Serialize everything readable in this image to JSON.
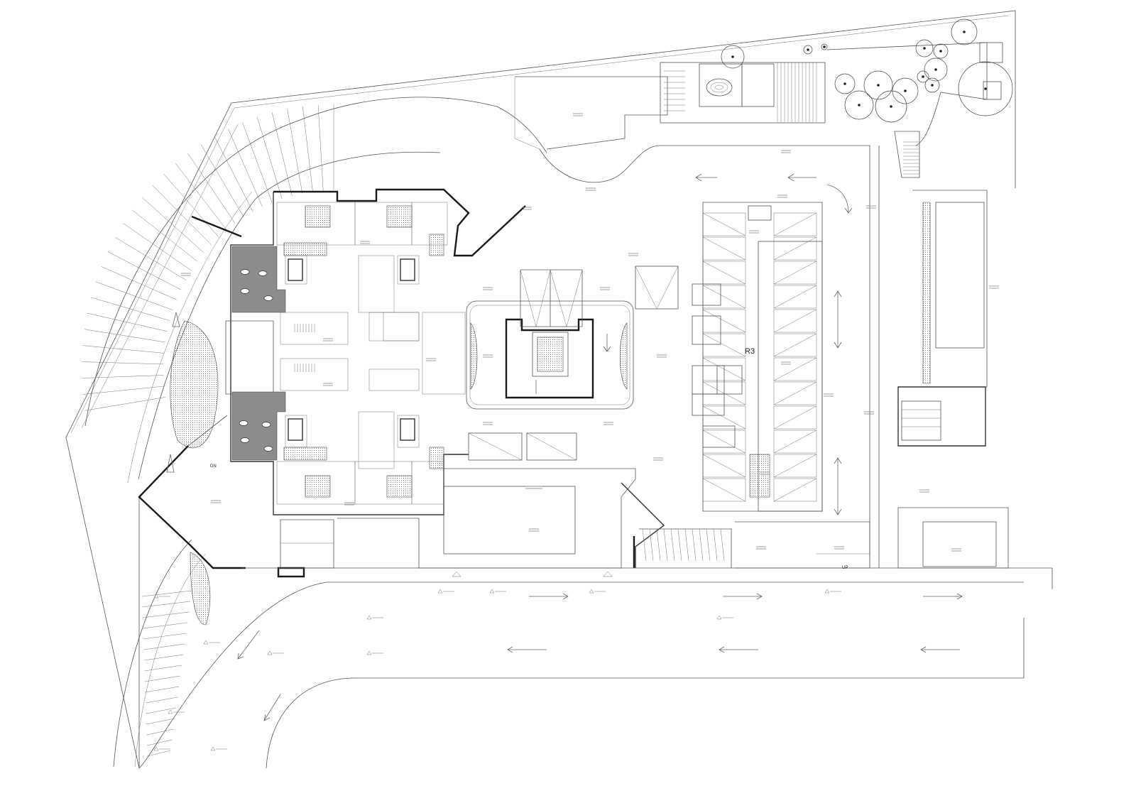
{
  "labels": {
    "zone": "R3",
    "down": "DN",
    "up": "UP"
  },
  "colors": {
    "line": "#555555",
    "wall": "#1a1a1a",
    "fill_grey": "#8c8c8c",
    "background": "#ffffff"
  }
}
